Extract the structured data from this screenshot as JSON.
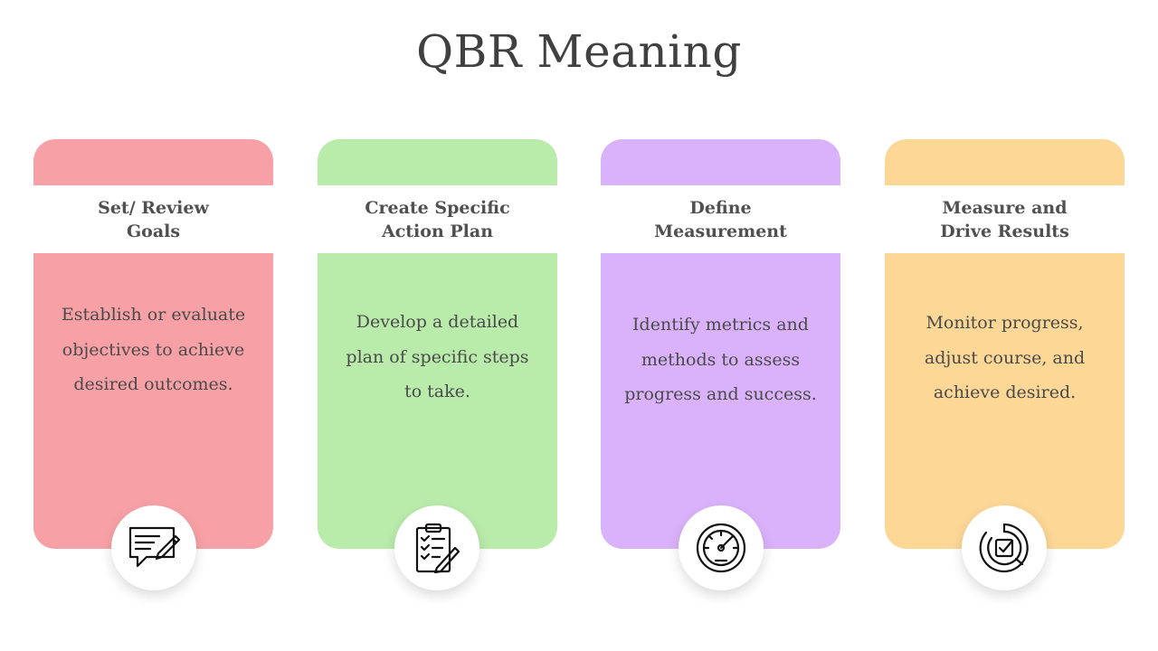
{
  "title": "QBR Meaning",
  "colors": {
    "card1": "#f7a1a6",
    "card2": "#b9ebab",
    "card3": "#dab2fb",
    "card4": "#fdd796"
  },
  "cards": [
    {
      "heading": "Set/ Review\nGoals",
      "description": "Establish or evaluate objectives to achieve desired outcomes.",
      "icon": "chat-pen-icon"
    },
    {
      "heading": "Create Specific\nAction Plan",
      "description": "Develop a detailed plan of specific steps to take.",
      "icon": "clipboard-checklist-icon"
    },
    {
      "heading": "Define\nMeasurement",
      "description": "Identify metrics and methods to assess progress and success.",
      "icon": "gauge-icon"
    },
    {
      "heading": "Measure and\nDrive Results",
      "description": "Monitor progress, adjust course, and achieve desired.",
      "icon": "target-check-icon"
    }
  ]
}
